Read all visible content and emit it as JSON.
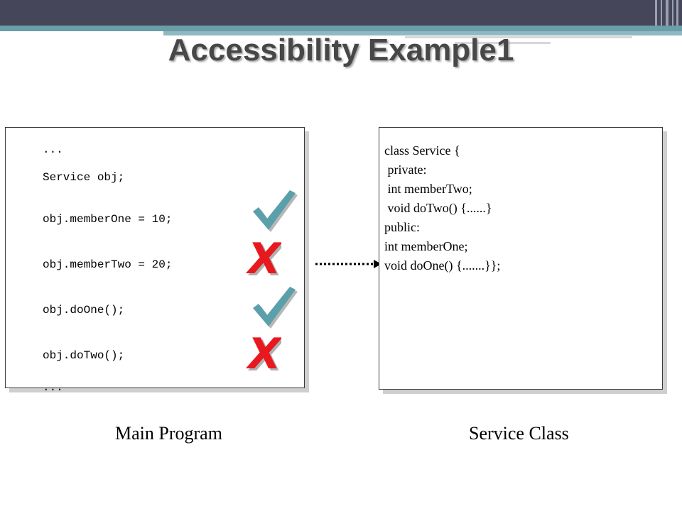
{
  "title": "Accessibility Example1",
  "main_program": {
    "lines": [
      "...",
      "Service obj;",
      "obj.memberOne = 10;",
      "obj.memberTwo = 20;",
      "obj.doOne();",
      "obj.doTwo();",
      "..."
    ],
    "caption": "Main Program",
    "marks": [
      "check-icon",
      "x-icon",
      "check-icon",
      "x-icon"
    ]
  },
  "service_class": {
    "lines": [
      "class Service {",
      " private:",
      " int memberTwo;",
      " void doTwo() {......}",
      "public:",
      "int memberOne;",
      "void doOne() {.......}};"
    ],
    "caption": "Service Class"
  },
  "colors": {
    "header": "#45465a",
    "teal": "#6a9ea8",
    "check": "#5aa0aa",
    "x": "#e8191e"
  }
}
